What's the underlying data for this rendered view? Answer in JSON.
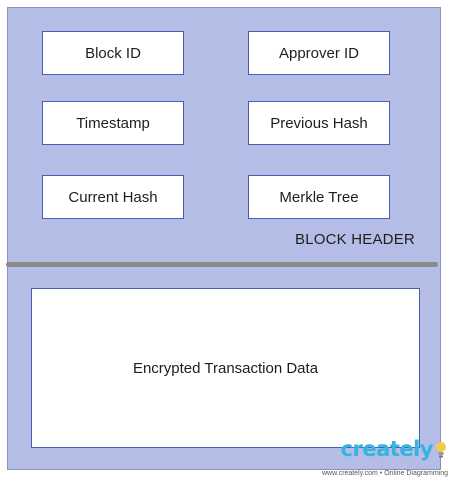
{
  "header": {
    "fields": [
      {
        "label": "Block ID"
      },
      {
        "label": "Approver ID"
      },
      {
        "label": "Timestamp"
      },
      {
        "label": "Previous Hash"
      },
      {
        "label": "Current Hash"
      },
      {
        "label": "Merkle Tree"
      }
    ],
    "label": "BLOCK HEADER"
  },
  "body": {
    "label": "Encrypted Transaction Data"
  },
  "watermark": {
    "logo": "creately",
    "tagline": "www.creately.com • Online Diagramming"
  },
  "colors": {
    "block_fill": "#b4bde6",
    "field_border": "#4a5fb0",
    "divider": "#8a8a8a",
    "logo": "#34b4e0"
  }
}
